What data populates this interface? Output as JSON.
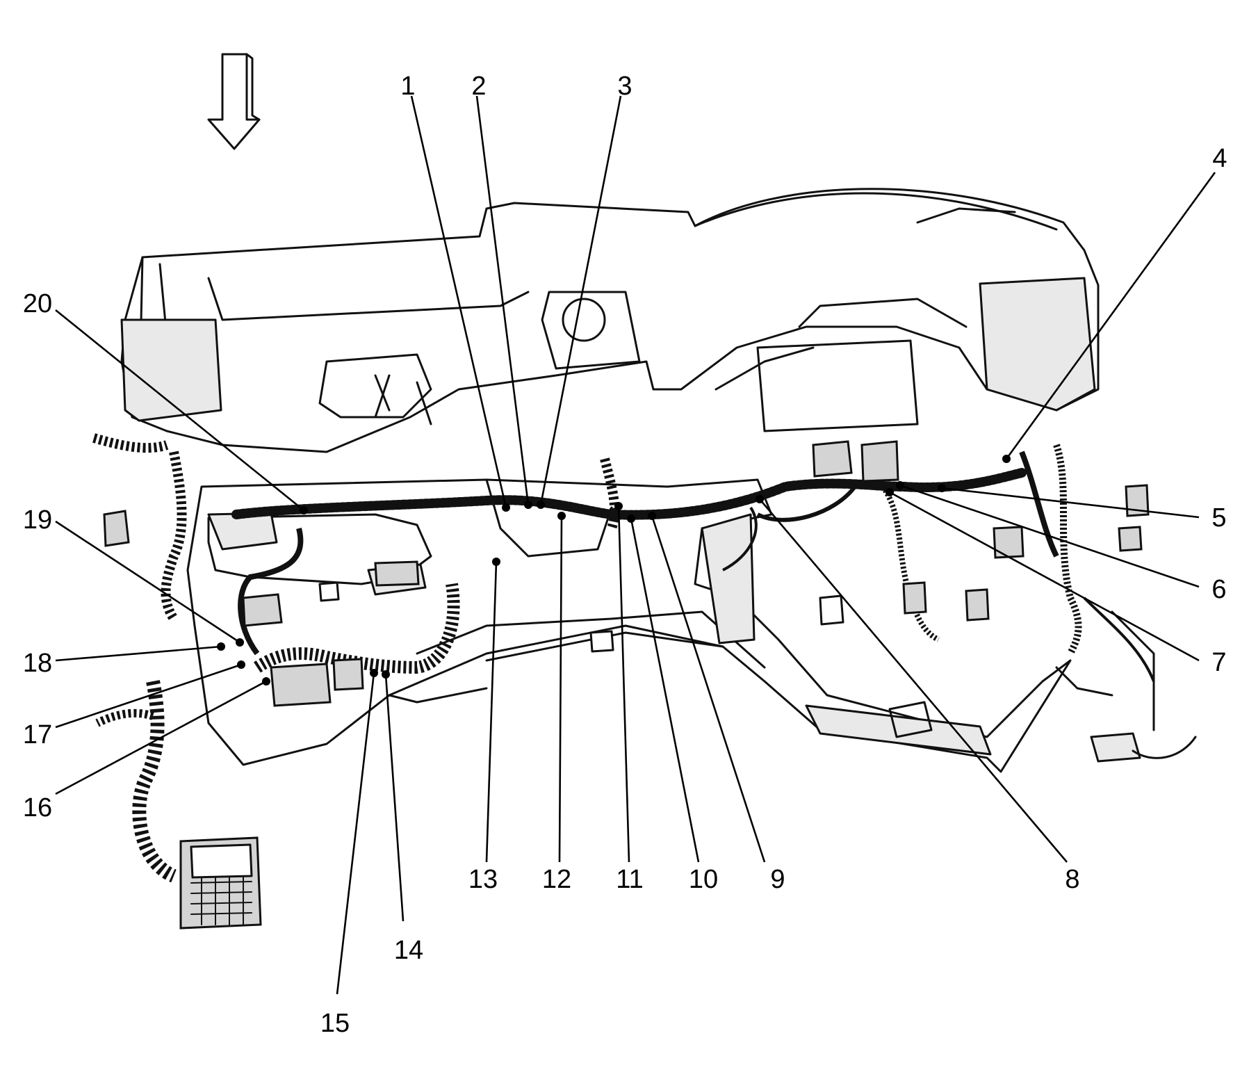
{
  "callouts": [
    {
      "id": "1",
      "label": "1"
    },
    {
      "id": "2",
      "label": "2"
    },
    {
      "id": "3",
      "label": "3"
    },
    {
      "id": "4",
      "label": "4"
    },
    {
      "id": "5",
      "label": "5"
    },
    {
      "id": "6",
      "label": "6"
    },
    {
      "id": "7",
      "label": "7"
    },
    {
      "id": "8",
      "label": "8"
    },
    {
      "id": "9",
      "label": "9"
    },
    {
      "id": "10",
      "label": "10"
    },
    {
      "id": "11",
      "label": "11"
    },
    {
      "id": "12",
      "label": "12"
    },
    {
      "id": "13",
      "label": "13"
    },
    {
      "id": "14",
      "label": "14"
    },
    {
      "id": "15",
      "label": "15"
    },
    {
      "id": "16",
      "label": "16"
    },
    {
      "id": "17",
      "label": "17"
    },
    {
      "id": "18",
      "label": "18"
    },
    {
      "id": "19",
      "label": "19"
    },
    {
      "id": "20",
      "label": "20"
    }
  ],
  "view_arrow": {
    "icon": "down-arrow-icon",
    "meaning": "view direction"
  }
}
